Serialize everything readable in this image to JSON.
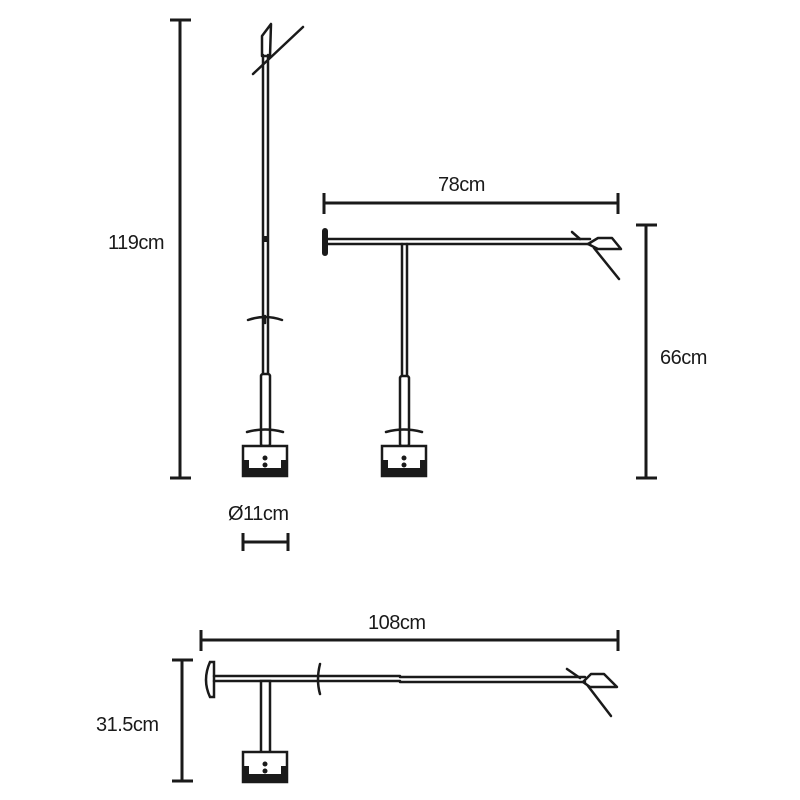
{
  "diagram": {
    "subject": "Desk lamp dimension drawing",
    "colors": {
      "line": "#1a1a1a",
      "background": "#ffffff"
    },
    "views": [
      {
        "name": "side-view-extended",
        "dimensions": {
          "height": "119cm",
          "base_diameter": "Ø11cm"
        }
      },
      {
        "name": "front-view-t-position",
        "dimensions": {
          "width": "78cm",
          "height": "66cm"
        }
      },
      {
        "name": "side-view-horizontal",
        "dimensions": {
          "reach": "108cm",
          "height": "31.5cm"
        }
      }
    ]
  }
}
